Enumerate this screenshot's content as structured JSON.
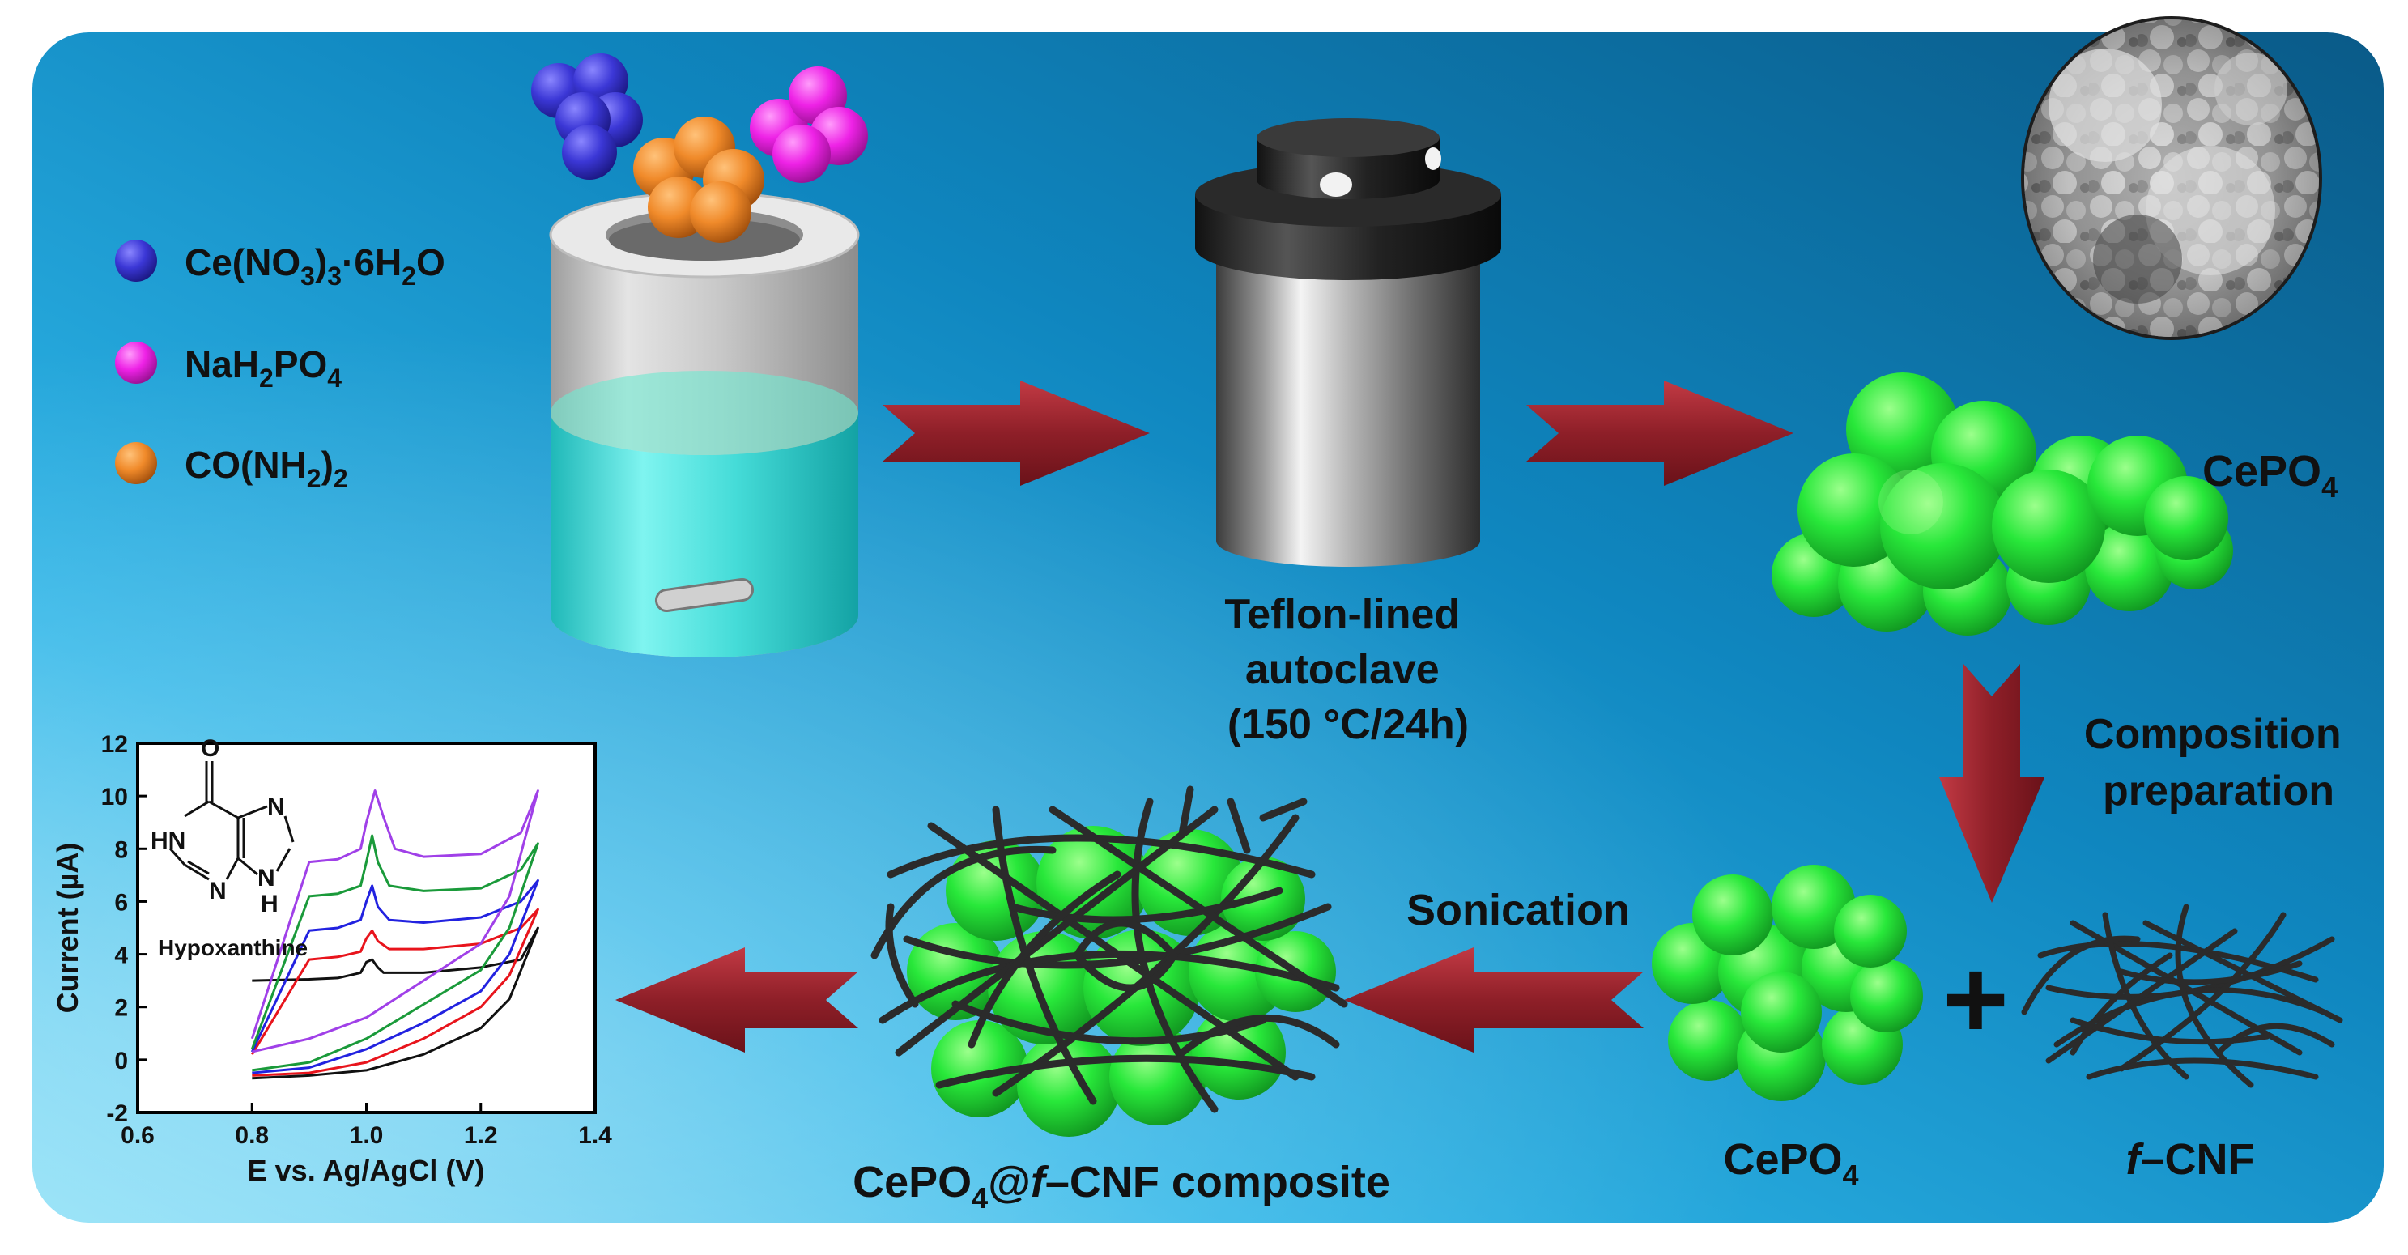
{
  "reagents": {
    "ce": {
      "base": "Ce(NO",
      "s1": "3",
      "mid": ")",
      "s2": "3",
      "tail": "·6H",
      "s3": "2",
      "end": "O",
      "color": "#3b37d6"
    },
    "na": {
      "base": "NaH",
      "s1": "2",
      "mid": "PO",
      "s2": "4",
      "color": "#ee22e6"
    },
    "co": {
      "base": "CO(NH",
      "s1": "2",
      "mid": ")",
      "s2": "2",
      "color": "#f08a2a"
    }
  },
  "autoclave": {
    "line1": "Teflon-lined",
    "line2": "autoclave",
    "line3": "(150 °C/24h)"
  },
  "product_top": {
    "base": "CePO",
    "sub": "4"
  },
  "composition": {
    "line1": "Composition",
    "line2": "preparation"
  },
  "sonication": "Sonication",
  "cepo4_bottom": {
    "base": "CePO",
    "sub": "4"
  },
  "plus": "+",
  "fcnf": {
    "italic": "f",
    "rest": "–CNF"
  },
  "composite": {
    "base": "CePO",
    "sub": "4",
    "at": "@",
    "italic": "f",
    "rest": "–CNF composite"
  },
  "colors": {
    "bg_dark": "#0a5f8f",
    "bg_light": "#3fc4ec",
    "arrow": "#9b2630",
    "cepo4_green": "#22e038",
    "fiber": "#2b2b2b"
  },
  "chart_data": {
    "type": "line",
    "xlabel": "E vs. Ag/AgCl (V)",
    "ylabel": "Current (µA)",
    "xlim": [
      0.6,
      1.4
    ],
    "ylim": [
      -2,
      12
    ],
    "xticks": [
      "0.6",
      "0.8",
      "1.0",
      "1.2",
      "1.4"
    ],
    "yticks": [
      "-2",
      "0",
      "2",
      "4",
      "6",
      "8",
      "10",
      "12"
    ],
    "inset_label": "Hypoxanthine",
    "molecule_atoms": [
      "O",
      "HN",
      "N",
      "N",
      "N",
      "H"
    ],
    "series": [
      {
        "color": "#111111",
        "fwd": [
          [
            0.8,
            -0.7
          ],
          [
            0.9,
            -0.6
          ],
          [
            1.0,
            -0.4
          ],
          [
            1.1,
            0.2
          ],
          [
            1.2,
            1.2
          ],
          [
            1.25,
            2.3
          ],
          [
            1.3,
            5.0
          ]
        ],
        "rev": [
          [
            1.3,
            5.0
          ],
          [
            1.27,
            3.8
          ],
          [
            1.2,
            3.5
          ],
          [
            1.1,
            3.3
          ],
          [
            1.03,
            3.3
          ],
          [
            1.02,
            3.5
          ],
          [
            1.01,
            3.8
          ],
          [
            1.0,
            3.7
          ],
          [
            0.99,
            3.3
          ],
          [
            0.95,
            3.1
          ],
          [
            0.9,
            3.05
          ],
          [
            0.8,
            3.0
          ]
        ]
      },
      {
        "color": "#e8141c",
        "fwd": [
          [
            0.8,
            -0.6
          ],
          [
            0.9,
            -0.5
          ],
          [
            1.0,
            -0.1
          ],
          [
            1.1,
            0.8
          ],
          [
            1.2,
            2.0
          ],
          [
            1.25,
            3.2
          ],
          [
            1.3,
            5.7
          ]
        ],
        "rev": [
          [
            1.3,
            5.7
          ],
          [
            1.27,
            5.0
          ],
          [
            1.2,
            4.4
          ],
          [
            1.1,
            4.2
          ],
          [
            1.04,
            4.2
          ],
          [
            1.02,
            4.5
          ],
          [
            1.01,
            4.9
          ],
          [
            1.0,
            4.6
          ],
          [
            0.99,
            4.1
          ],
          [
            0.95,
            3.9
          ],
          [
            0.9,
            3.8
          ],
          [
            0.8,
            0.2
          ]
        ]
      },
      {
        "color": "#2222e0",
        "fwd": [
          [
            0.8,
            -0.5
          ],
          [
            0.9,
            -0.3
          ],
          [
            1.0,
            0.4
          ],
          [
            1.1,
            1.4
          ],
          [
            1.2,
            2.6
          ],
          [
            1.25,
            4.0
          ],
          [
            1.3,
            6.8
          ]
        ],
        "rev": [
          [
            1.3,
            6.8
          ],
          [
            1.27,
            6.0
          ],
          [
            1.2,
            5.4
          ],
          [
            1.1,
            5.2
          ],
          [
            1.04,
            5.3
          ],
          [
            1.02,
            5.8
          ],
          [
            1.01,
            6.6
          ],
          [
            1.0,
            6.0
          ],
          [
            0.99,
            5.3
          ],
          [
            0.95,
            5.0
          ],
          [
            0.9,
            4.9
          ],
          [
            0.8,
            0.3
          ]
        ]
      },
      {
        "color": "#1a9a3a",
        "fwd": [
          [
            0.8,
            -0.4
          ],
          [
            0.9,
            -0.1
          ],
          [
            1.0,
            0.8
          ],
          [
            1.1,
            2.1
          ],
          [
            1.2,
            3.4
          ],
          [
            1.25,
            5.0
          ],
          [
            1.3,
            8.2
          ]
        ],
        "rev": [
          [
            1.3,
            8.2
          ],
          [
            1.27,
            7.2
          ],
          [
            1.2,
            6.5
          ],
          [
            1.1,
            6.4
          ],
          [
            1.04,
            6.6
          ],
          [
            1.02,
            7.5
          ],
          [
            1.01,
            8.5
          ],
          [
            1.0,
            7.5
          ],
          [
            0.99,
            6.6
          ],
          [
            0.95,
            6.3
          ],
          [
            0.9,
            6.2
          ],
          [
            0.8,
            0.4
          ]
        ]
      },
      {
        "color": "#a040e8",
        "fwd": [
          [
            0.8,
            0.3
          ],
          [
            0.9,
            0.8
          ],
          [
            1.0,
            1.6
          ],
          [
            1.1,
            3.0
          ],
          [
            1.2,
            4.4
          ],
          [
            1.25,
            6.2
          ],
          [
            1.3,
            10.2
          ]
        ],
        "rev": [
          [
            1.3,
            10.2
          ],
          [
            1.27,
            8.6
          ],
          [
            1.2,
            7.8
          ],
          [
            1.1,
            7.7
          ],
          [
            1.05,
            8.0
          ],
          [
            1.03,
            9.2
          ],
          [
            1.015,
            10.2
          ],
          [
            1.0,
            9.0
          ],
          [
            0.99,
            8.0
          ],
          [
            0.95,
            7.6
          ],
          [
            0.9,
            7.5
          ],
          [
            0.8,
            0.8
          ]
        ]
      }
    ]
  }
}
